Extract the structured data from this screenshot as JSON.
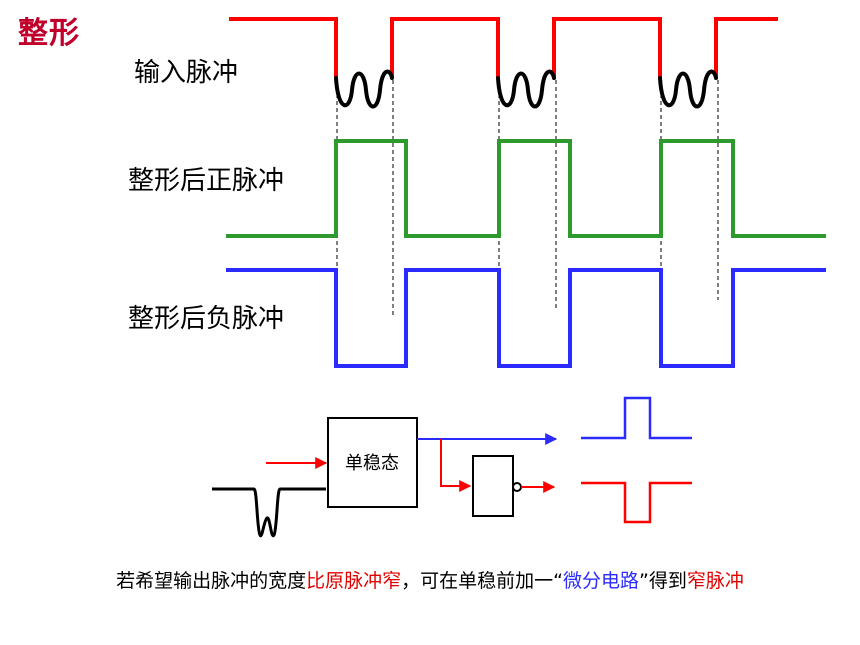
{
  "title": "整形",
  "waveforms": {
    "input_label": "输入脉冲",
    "positive_label": "整形后正脉冲",
    "negative_label": "整形后负脉冲"
  },
  "block": {
    "label": "单稳态"
  },
  "caption": {
    "part1": "若希望输出脉冲的宽度",
    "part2": "比原脉冲窄",
    "part3": "，可在单稳前加一“",
    "part4": "微分电路",
    "part5": "”得到",
    "part6": "窄脉冲"
  },
  "colors": {
    "title": "#c0002a",
    "input_wave": "#ff0000",
    "positive_wave": "#2e9a2e",
    "negative_wave": "#2b2bff",
    "noise": "#000000"
  }
}
